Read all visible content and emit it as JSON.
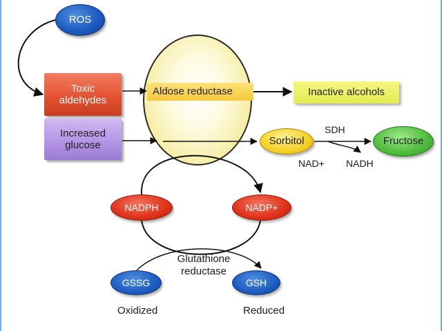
{
  "nodes": {
    "ros": "ROS",
    "toxic_aldehydes": "Toxic\naldehydes",
    "increased_glucose": "Increased\nglucose",
    "aldose_reductase": "Aldose reductase",
    "inactive_alcohols": "Inactive alcohols",
    "sorbitol": "Sorbitol",
    "fructose": "Fructose",
    "nadph": "NADPH",
    "nadp_plus": "NADP+",
    "gssg": "GSSG",
    "gsh": "GSH"
  },
  "labels": {
    "sdh": "SDH",
    "nad_plus": "NAD+",
    "nadh": "NADH",
    "glutathione_reductase": "Glutathione\nreductase",
    "oxidized": "Oxidized",
    "reduced": "Reduced"
  },
  "colors": {
    "blue_node": "#1d5cc2",
    "red_node": "#de3219",
    "toxic_box": "#e24f2f",
    "glucose_box": "#b192e4",
    "enzyme_oval": "#f6ec9f",
    "enzyme_band": "#f7c93b",
    "inactive_box": "#e4eb52",
    "sorbitol_node": "#f4d126",
    "fructose_node": "#4fbb3c",
    "arrow": "#111111"
  }
}
